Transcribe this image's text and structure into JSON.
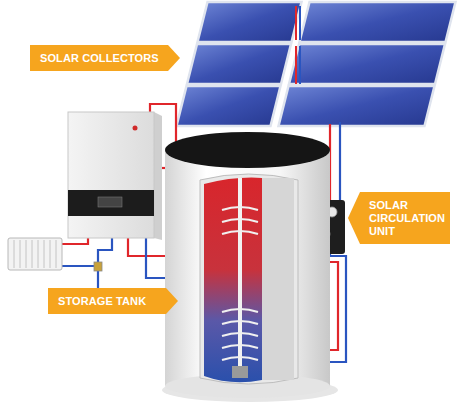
{
  "diagram": {
    "nodes": [
      {
        "text": [
          "SOLAR COLLECTORS"
        ]
      },
      {
        "text": [
          "SOLAR CIRCULATION UNIT"
        ]
      },
      {
        "text": [
          "STORAGE TANK"
        ]
      }
    ]
  }
}
